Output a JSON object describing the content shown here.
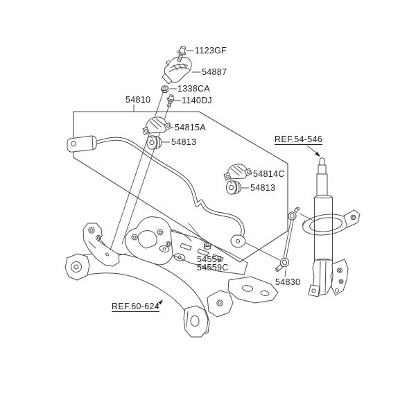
{
  "diagram": {
    "background_color": "#ffffff",
    "line_color": "#474747",
    "text_color": "#1d1d1d",
    "callouts": {
      "bolt_1123gf": "1123GF",
      "bracket_54887": "54887",
      "nut_1338ca": "1338CA",
      "bolt_1140dj": "1140DJ",
      "bar_54810": "54810",
      "bracket_54815a": "54815A",
      "bushing_54813_left": "54813",
      "ref_strut": "REF.54-546",
      "bracket_54814c": "54814C",
      "bushing_54813_right": "54813",
      "nut_54559": "54559",
      "nut_54559c": "54559C",
      "link_54830": "54830",
      "ref_crossmember": "REF.60-624"
    }
  }
}
